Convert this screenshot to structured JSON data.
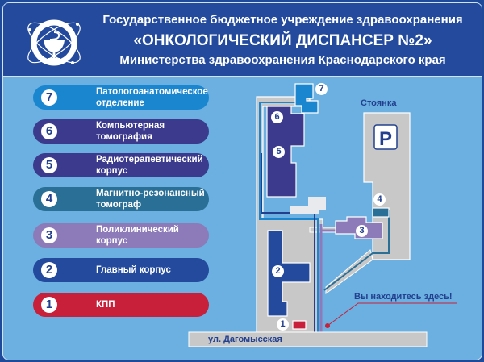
{
  "header": {
    "line1": "Государственное бюджетное учреждение здравоохранения",
    "line2": "«ОНКОЛОГИЧЕСКИЙ ДИСПАНСЕР №2»",
    "line3": "Министерства здравоохранения Краснодарского края",
    "logo_icon": "medical-bowl-atom-logo"
  },
  "legend": [
    {
      "num": "7",
      "label1": "Патологоанатомическое",
      "label2": "отделение",
      "color": "#1a86d0"
    },
    {
      "num": "6",
      "label1": "Компьютерная",
      "label2": "томография",
      "color": "#3b3a8c"
    },
    {
      "num": "5",
      "label1": "Радиотерапевтический",
      "label2": "корпус",
      "color": "#3b3a8c"
    },
    {
      "num": "4",
      "label1": "Магнитно-резонансный",
      "label2": "томограф",
      "color": "#2a6f96"
    },
    {
      "num": "3",
      "label1": "Поликлинический корпус",
      "label2": "",
      "color": "#8c7bb8"
    },
    {
      "num": "2",
      "label1": "Главный корпус",
      "label2": "",
      "color": "#234a9c"
    },
    {
      "num": "1",
      "label1": "КПП",
      "label2": "",
      "color": "#c8203a"
    }
  ],
  "map": {
    "parking_label": "Стоянка",
    "parking_icon": "P",
    "you_are_here": "Вы находитесь здесь!",
    "street": "ул. Дагомысская",
    "markers": [
      "1",
      "2",
      "3",
      "4",
      "5",
      "6",
      "7"
    ]
  }
}
